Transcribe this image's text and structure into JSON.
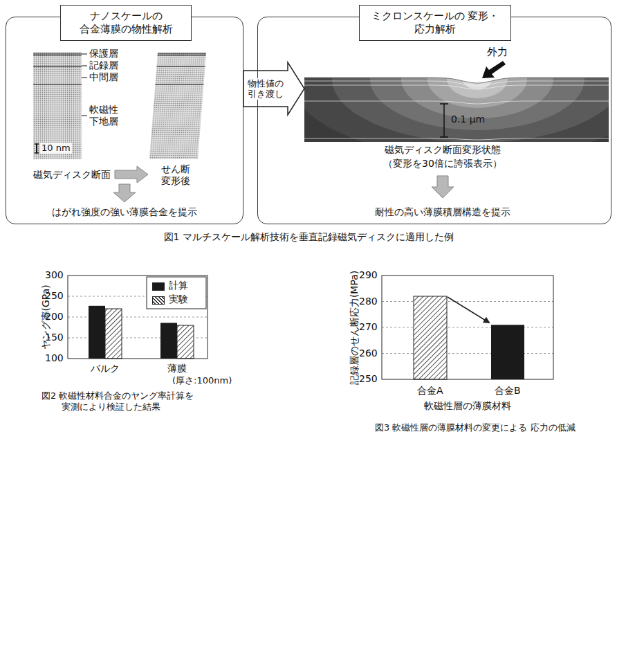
{
  "diagram": {
    "caption": "図1 マルチスケール解析技術を垂直記録磁気ディスクに適用した例",
    "nodes": [
      {
        "text": [
          "ナノスケールの 合金薄膜の物性解析"
        ]
      },
      {
        "text": [
          "ミクロンスケールの 変形・応力解析"
        ]
      }
    ],
    "edges": [
      {
        "from": 0,
        "to": 1,
        "arrow": "to",
        "label": "物性値の 引き渡し"
      }
    ],
    "labels": [
      "保護層",
      "記録層",
      "中間層",
      "軟磁性 下地層",
      "10 nm",
      "磁気ディスク断面",
      "せん断 変形後",
      "はがれ強度の強い薄膜合金を提示",
      "外力",
      "0.1 μm",
      "磁気ディスク断面変形状態",
      "（変形を30倍に誇張表示）",
      "耐性の高い薄膜積層構造を提示",
      "300",
      "250",
      "200",
      "150",
      "100",
      "ヤング率(GPa)",
      "バルク",
      "薄膜",
      "(厚さ:100nm)",
      "図2 軟磁性材料合金のヤング率計算を 実測により検証した結果",
      "290",
      "280",
      "270",
      "260",
      "250",
      "記録層のせん断応力(MPa)",
      "合金A",
      "合金B",
      "軟磁性層の薄膜材料",
      "図3 軟磁性層の薄膜材料の変更による 応力の低減"
    ],
    "legend": [
      {
        "text": "計算",
        "color": "#1a1a1a"
      },
      {
        "text": "実験"
      }
    ]
  }
}
